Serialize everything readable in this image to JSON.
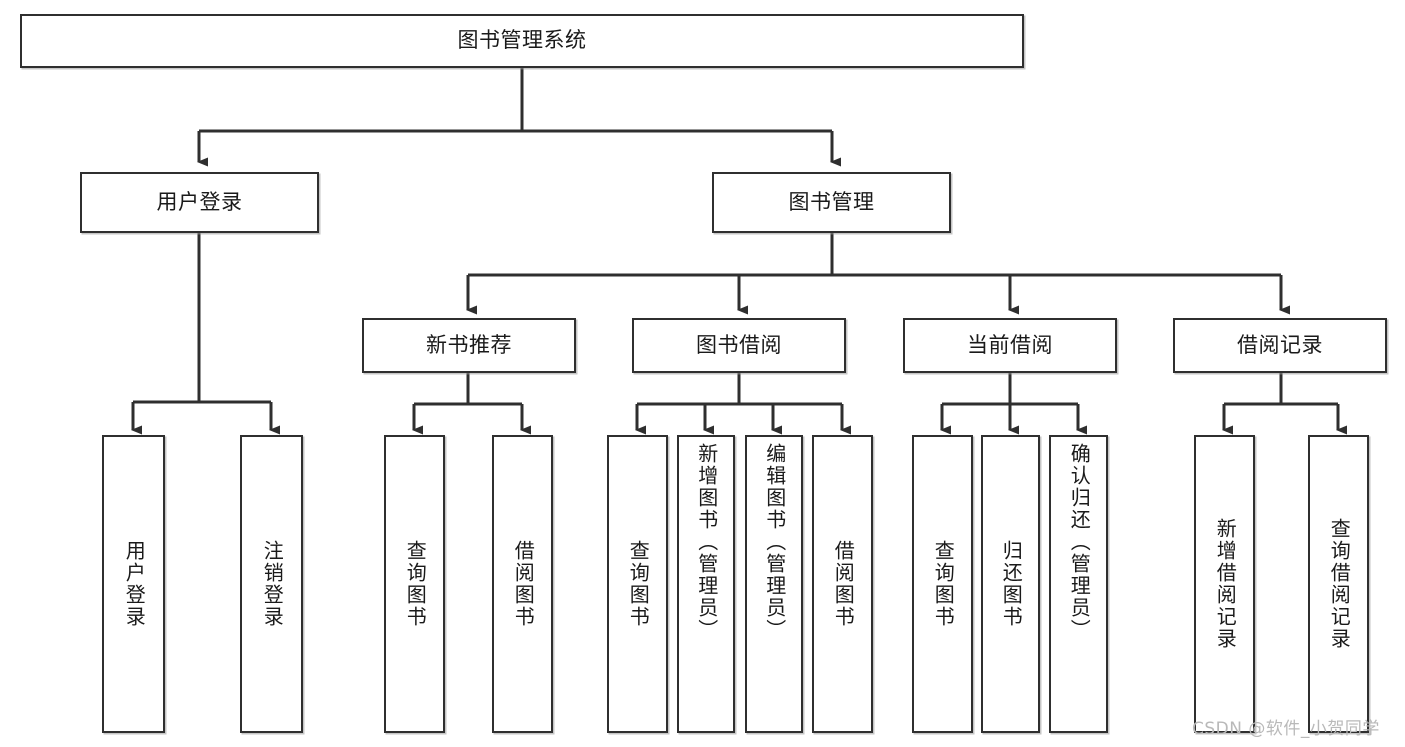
{
  "diagram": {
    "title": "图书管理系统",
    "type": "tree-hierarchy-diagram",
    "watermark": "CSDN @软件_小贺同学",
    "colors": {
      "box_border": "#2f2f2f",
      "box_fill": "#ffffff",
      "connector": "#2f2f2f",
      "text": "#1a1a1a",
      "watermark": "#b9b9b9",
      "background": "#ffffff"
    },
    "root": {
      "label": "图书管理系统"
    },
    "level1": [
      {
        "id": "user-login",
        "label": "用户登录"
      },
      {
        "id": "book-manage",
        "label": "图书管理"
      }
    ],
    "level2": [
      {
        "id": "new-book-recommend",
        "label": "新书推荐",
        "parent": "book-manage"
      },
      {
        "id": "book-borrow",
        "label": "图书借阅",
        "parent": "book-manage"
      },
      {
        "id": "current-borrow",
        "label": "当前借阅",
        "parent": "book-manage"
      },
      {
        "id": "borrow-record",
        "label": "借阅记录",
        "parent": "book-manage"
      }
    ],
    "leaves": {
      "user_login": [
        {
          "id": "leaf-user-login",
          "label": "用户登录"
        },
        {
          "id": "leaf-logout-login",
          "label": "注销登录"
        }
      ],
      "new_book_recommend": [
        {
          "id": "leaf-query-book-1",
          "label": "查询图书"
        },
        {
          "id": "leaf-borrow-book-1",
          "label": "借阅图书"
        }
      ],
      "book_borrow": [
        {
          "id": "leaf-query-book-2",
          "label": "查询图书"
        },
        {
          "id": "leaf-add-book",
          "label": "新增图书（管理员）"
        },
        {
          "id": "leaf-edit-book",
          "label": "编辑图书（管理员）"
        },
        {
          "id": "leaf-borrow-book-2",
          "label": "借阅图书"
        }
      ],
      "current_borrow": [
        {
          "id": "leaf-query-book-3",
          "label": "查询图书"
        },
        {
          "id": "leaf-return-book",
          "label": "归还图书"
        },
        {
          "id": "leaf-confirm-return",
          "label": "确认归还（管理员）"
        }
      ],
      "borrow_record": [
        {
          "id": "leaf-add-record",
          "label": "新增借阅记录"
        },
        {
          "id": "leaf-query-record",
          "label": "查询借阅记录"
        }
      ]
    }
  }
}
